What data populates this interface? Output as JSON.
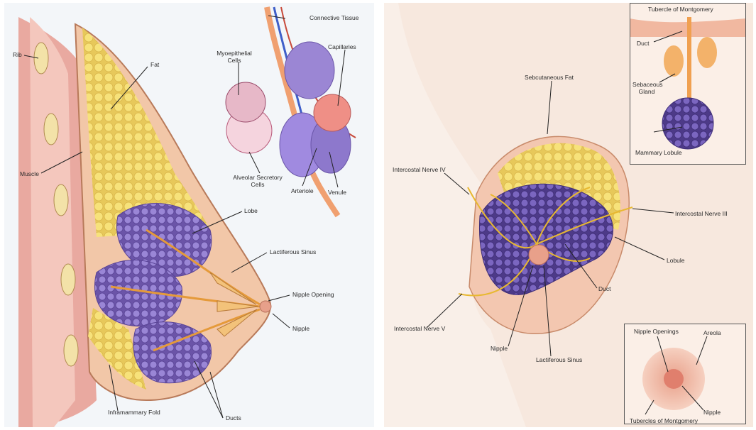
{
  "left": {
    "labels": {
      "rib": "Rib",
      "fat": "Fat",
      "muscle": "Muscle",
      "connective_tissue": "Connective Tissue",
      "myoepithelial_cells": "Myoepithelial Cells",
      "capillaries": "Capillaries",
      "alveolar_secretory_cells": "Alveolar Secretory Cells",
      "arteriole": "Arteriole",
      "venule": "Venule",
      "lobe": "Lobe",
      "lactiferous_sinus": "Lactiferous Sinus",
      "nipple_opening": "Nipple Opening",
      "nipple": "Nipple",
      "inframammary_fold": "Inframammary Fold",
      "ducts": "Ducts"
    }
  },
  "right": {
    "labels": {
      "tubercle_of_montgomery": "Tubercle of Montgomery",
      "duct_inset": "Duct",
      "sebaceous_gland": "Sebaceous Gland",
      "mammary_lobule": "Mammary Lobule",
      "subcutaneous_fat": "Sebcutaneous Fat",
      "intercostal_nerve_iv": "Intercostal Nerve IV",
      "intercostal_nerve_iii": "Intercostal Nerve III",
      "lobule": "Lobule",
      "duct": "Duct",
      "intercostal_nerve_v": "Intercostal Nerve V",
      "nipple": "Nipple",
      "lactiferous_sinus": "Lactiferous Sinus",
      "nipple_openings": "Nipple Openings",
      "areola": "Areola",
      "nipple_inset": "Nipple",
      "tubercles_of_montgomery": "Tubercles of Montgomery"
    }
  }
}
